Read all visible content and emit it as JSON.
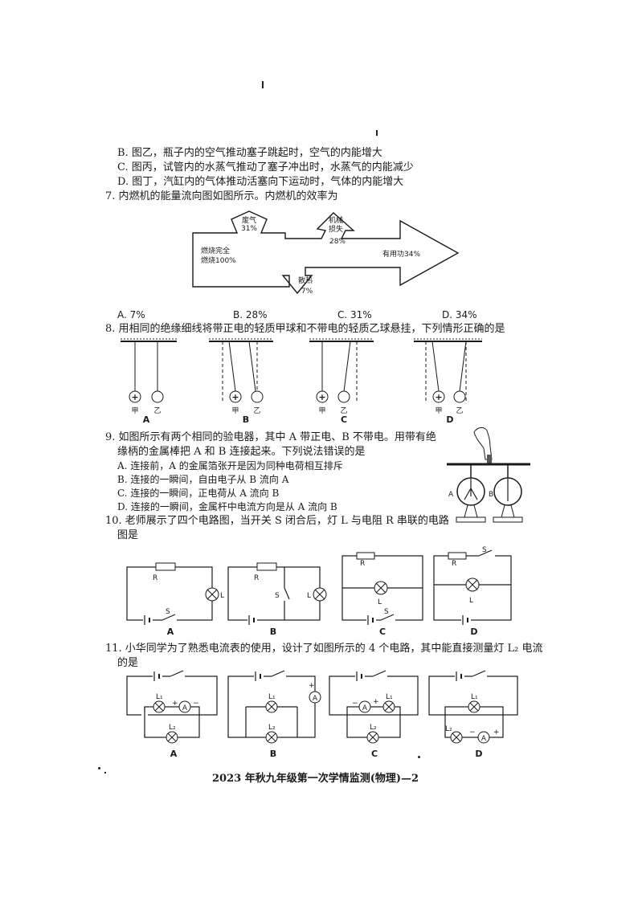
{
  "options_prev": [
    "B. 图乙，瓶子内的空气推动塞子跳起时，空气的内能增大",
    "C. 图丙，试管内的水蒸气推动了塞子冲出时，水蒸气的内能减少",
    "D. 图丁，汽缸内的气体推动活塞向下运动时，气体的内能增大"
  ],
  "q7": {
    "stem": "7. 内燃机的能量流向图如图所示。内燃机的效率为",
    "diagram": {
      "input": [
        "燃烧完全",
        "燃烧100%"
      ],
      "waste_gas": [
        "废气",
        "31%"
      ],
      "mech_loss": [
        "机械",
        "损失",
        "28%"
      ],
      "heat_loss": [
        "散热",
        "7%"
      ],
      "useful": "有用功34%"
    },
    "options": [
      "A. 7%",
      "B. 28%",
      "C. 31%",
      "D. 34%"
    ]
  },
  "q8": {
    "stem": "8. 用相同的绝缘细线将带正电的轻质甲球和不带电的轻质乙球悬挂，下列情形正确的是",
    "ball_labels": [
      "甲",
      "乙"
    ],
    "plus": "+",
    "figure_labels": [
      "A",
      "B",
      "C",
      "D"
    ]
  },
  "q9": {
    "stem_line1": "9. 如图所示有两个相同的验电器，其中 A 带正电、B 不带电。用带有绝",
    "stem_line2": "缘柄的金属棒把 A 和 B 连接起来。下列说法错误的是",
    "options": [
      "A. 连接前，A 的金属箔张开是因为同种电荷相互排斥",
      "B. 连接的一瞬间，自由电子从 B 流向 A",
      "C. 连接的一瞬间，正电荷从 A 流向 B",
      "D. 连接的一瞬间，金属杆中电流方向是从 A 流向 B"
    ],
    "electroscope_labels": [
      "A",
      "B"
    ]
  },
  "q10": {
    "stem_line1": "10. 老师展示了四个电路图，当开关 S 闭合后，灯 L 与电阻 R 串联的电路",
    "stem_line2": "图是",
    "resistor": "R",
    "lamp": "L",
    "switch": "S",
    "figure_labels": [
      "A",
      "B",
      "C",
      "D"
    ]
  },
  "q11": {
    "stem_line1": "11. 小华同学为了熟悉电流表的使用，设计了如图所示的 4 个电路，其中能直接测量灯 L₂ 电流",
    "stem_line2": "的是",
    "lamp1": "L₁",
    "lamp2": "L₂",
    "ammeter": "A",
    "plus": "+",
    "minus": "−",
    "figure_labels": [
      "A",
      "B",
      "C",
      "D"
    ]
  },
  "footer": "2023 年秋九年级第一次学情监测(物理)—2"
}
